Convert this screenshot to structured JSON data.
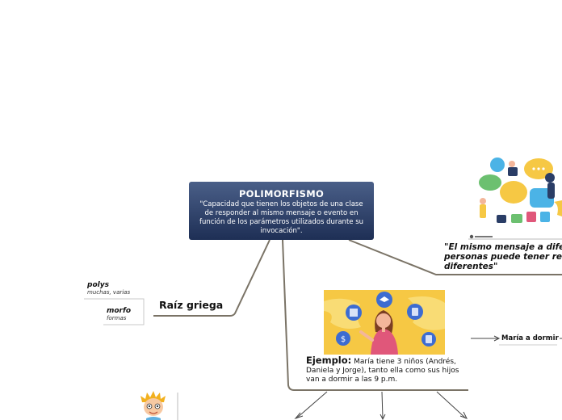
{
  "central": {
    "title": "POLIMORFISMO",
    "description": "\"Capacidad que tienen los objetos de una clase de responder al mismo mensaje o evento en función de los parámetros utilizados durante su invocación\"."
  },
  "raiz": {
    "label": "Raíz griega",
    "parts": [
      {
        "term": "polys",
        "meaning": "muchas, varias"
      },
      {
        "term": "morfo",
        "meaning": "formas"
      }
    ]
  },
  "quote": {
    "lines": [
      "\"El mismo mensaje a difer",
      "personas puede tener resu",
      "diferentes\""
    ]
  },
  "ejemplo": {
    "label": "Ejemplo:",
    "text": "María tiene 3 niños (Andrés, Daniela y Jorge), tanto ella como sus hijos van a dormir a las 9 p.m."
  },
  "maria_node": {
    "label": "María a dormir"
  },
  "colors": {
    "central_top": "#4a5f88",
    "central_bottom": "#1e2f55",
    "connector": "#7a7366",
    "illustration_bg": "#f6c844"
  }
}
